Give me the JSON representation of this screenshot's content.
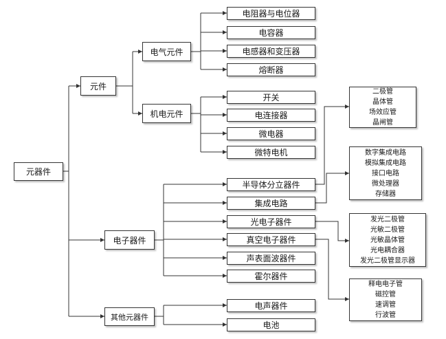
{
  "root": "元器件",
  "level1": {
    "components": "元件",
    "electronic_devices": "电子器件",
    "other_devices": "其他元器件"
  },
  "level2": {
    "electrical": "电气元件",
    "electromechanical": "机电元件"
  },
  "electrical_items": [
    "电阻器与电位器",
    "电容器",
    "电感器和变压器",
    "熔断器"
  ],
  "electromechanical_items": [
    "开关",
    "电连接器",
    "微电器",
    "微特电机"
  ],
  "electronic_items": [
    "半导体分立器件",
    "集成电路",
    "光电子器件",
    "真空电子器件",
    "声表面波器件",
    "霍尔器件"
  ],
  "other_items": [
    "电声器件",
    "电池"
  ],
  "detail_semiconductor": [
    "二极管",
    "晶体管",
    "场效应管",
    "晶闸管"
  ],
  "detail_ic": [
    "数字集成电路",
    "模拟集成电路",
    "接口电路",
    "微处理器",
    "存储器"
  ],
  "detail_opto": [
    "发光二极管",
    "光敏二极管",
    "光敏晶体管",
    "光电耦合器",
    "发光二极管显示器"
  ],
  "detail_vacuum": [
    "释电电子管",
    "磁控管",
    "速调管",
    "行波管"
  ]
}
